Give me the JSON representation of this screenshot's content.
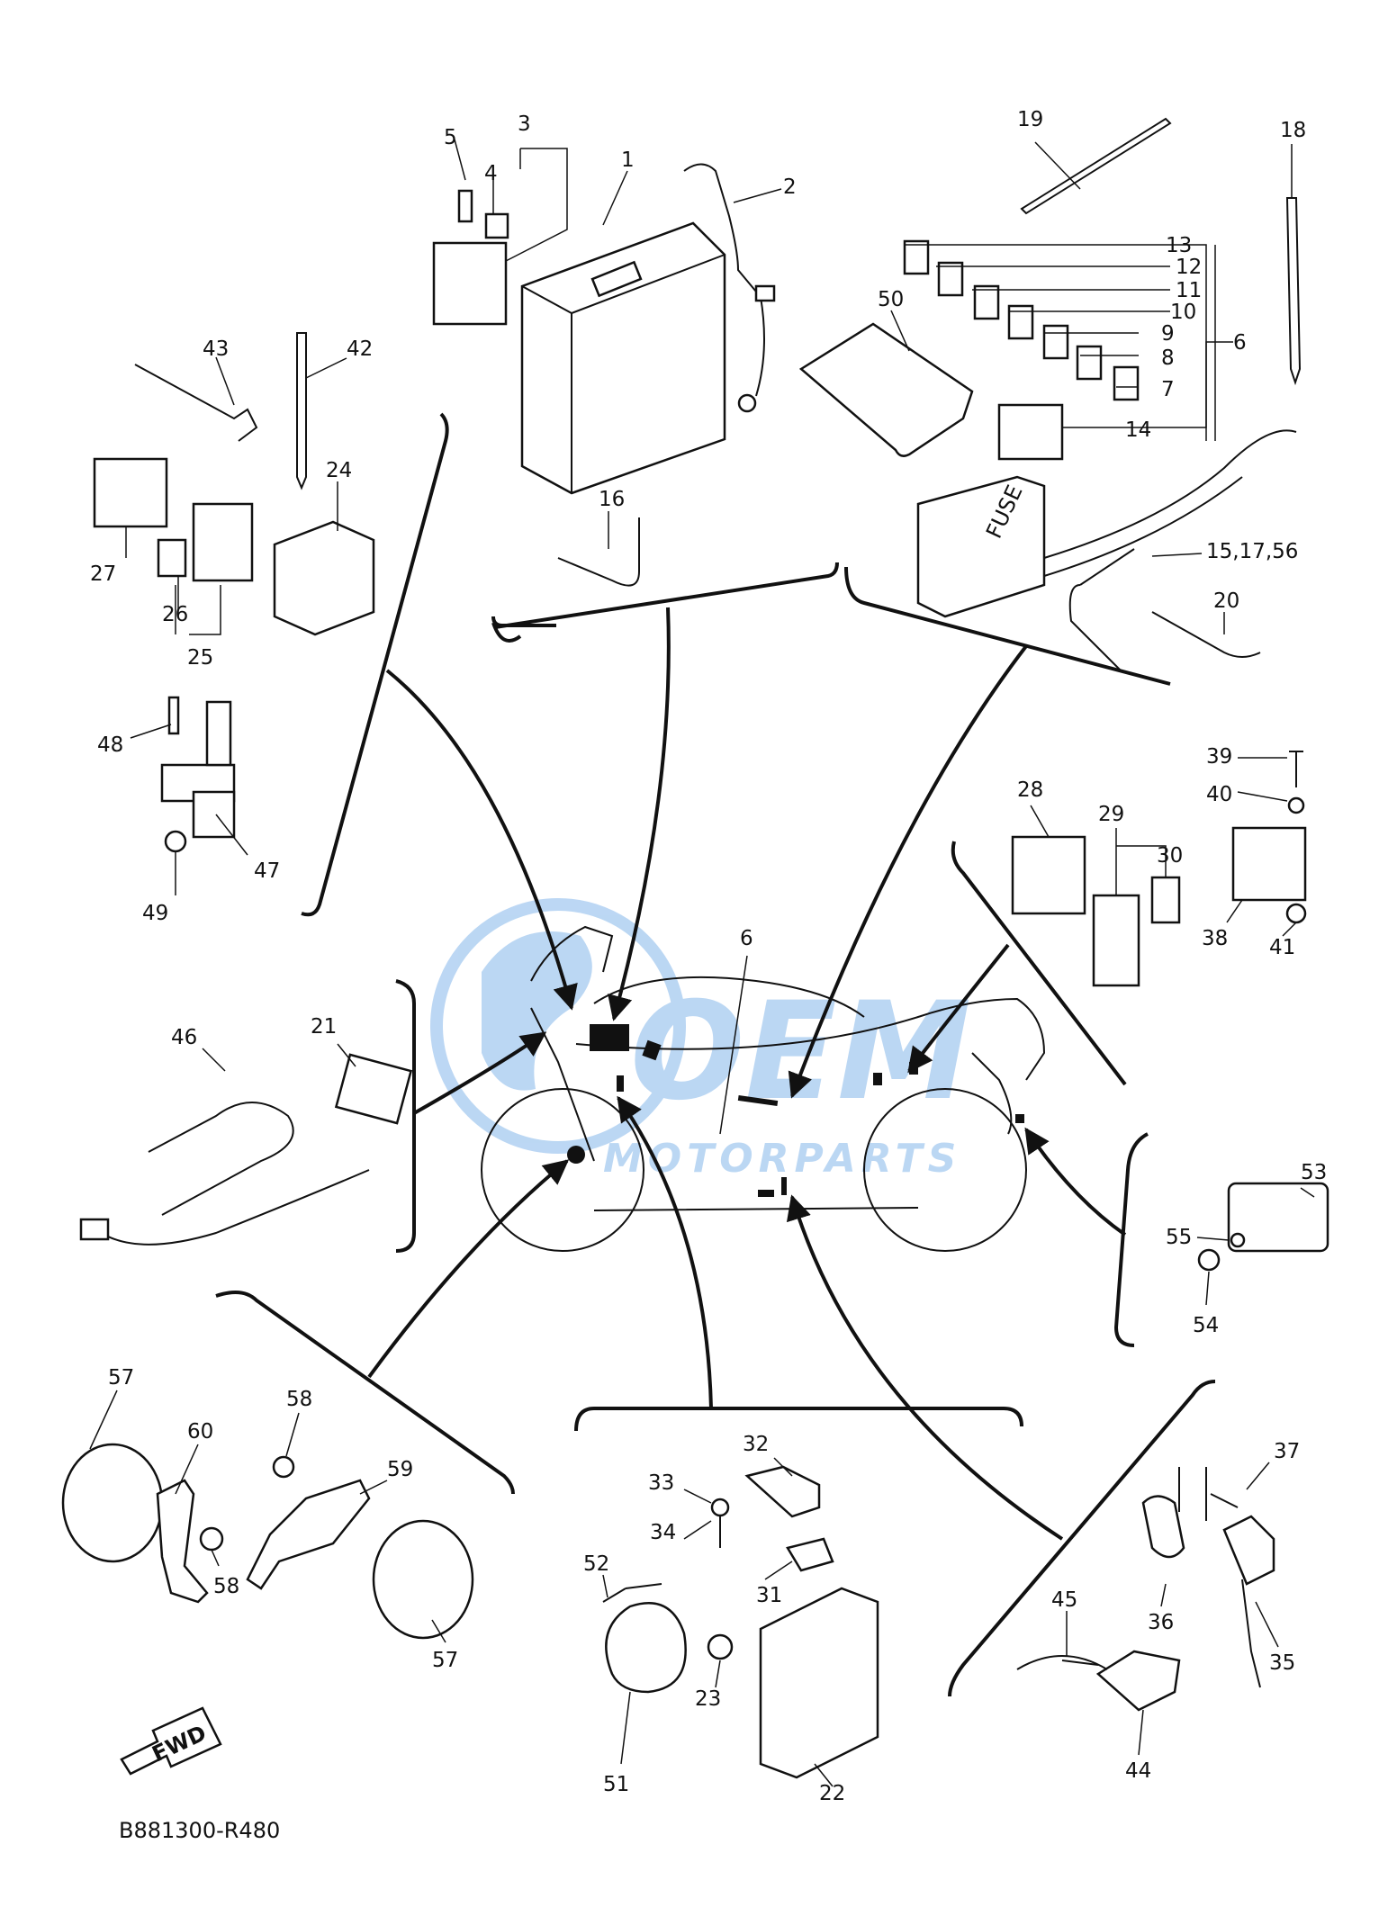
{
  "diagram": {
    "diagram_code": "B881300-R480",
    "fwd_label": "FWD",
    "fuse_box_text": "FUSE",
    "watermark": {
      "logo_text": "OEM",
      "sub_text": "MOTORPARTS",
      "color": "#6aa7e6"
    },
    "callouts": {
      "c1": "1",
      "c2": "2",
      "c3": "3",
      "c4": "4",
      "c5": "5",
      "c6a": "6",
      "c6b": "6",
      "c7": "7",
      "c8": "8",
      "c9": "9",
      "c10": "10",
      "c11": "11",
      "c12": "12",
      "c13": "13",
      "c14": "14",
      "c15": "15,17,56",
      "c16": "16",
      "c18": "18",
      "c19": "19",
      "c20": "20",
      "c21": "21",
      "c22": "22",
      "c23": "23",
      "c24": "24",
      "c25": "25",
      "c26": "26",
      "c27": "27",
      "c28": "28",
      "c29": "29",
      "c30": "30",
      "c31": "31",
      "c32": "32",
      "c33": "33",
      "c34": "34",
      "c35": "35",
      "c36": "36",
      "c37": "37",
      "c38": "38",
      "c39": "39",
      "c40": "40",
      "c41": "41",
      "c42": "42",
      "c43": "43",
      "c44": "44",
      "c45": "45",
      "c46": "46",
      "c47": "47",
      "c48": "48",
      "c49": "49",
      "c50": "50",
      "c51": "51",
      "c52": "52",
      "c53": "53",
      "c54": "54",
      "c55": "55",
      "c57a": "57",
      "c57b": "57",
      "c58a": "58",
      "c58b": "58",
      "c59": "59",
      "c60": "60"
    }
  }
}
